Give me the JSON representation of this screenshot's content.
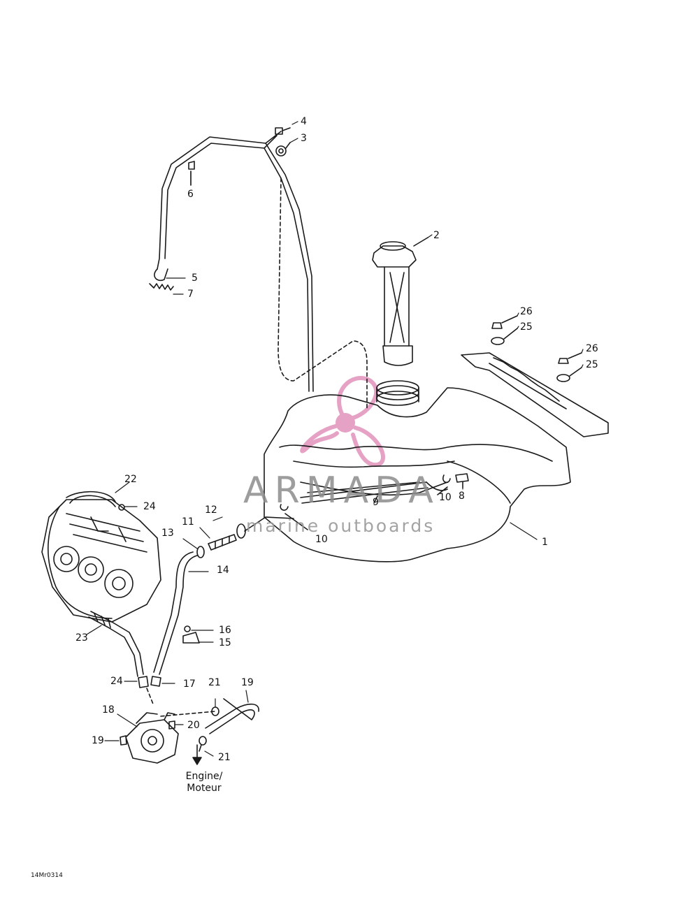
{
  "watermark": {
    "brand": "ARMADA",
    "tagline": "marine outboards",
    "logo_color": "#e6a2c4"
  },
  "note": {
    "line1": "Engine/",
    "line2": "Moteur"
  },
  "figure_code": "14Mr0314",
  "callouts": [
    "1",
    "2",
    "3",
    "4",
    "5",
    "6",
    "7",
    "8",
    "9",
    "10",
    "10",
    "11",
    "12",
    "13",
    "14",
    "15",
    "16",
    "17",
    "18",
    "19",
    "19",
    "20",
    "21",
    "21",
    "22",
    "23",
    "24",
    "24",
    "25",
    "25",
    "26",
    "26"
  ]
}
